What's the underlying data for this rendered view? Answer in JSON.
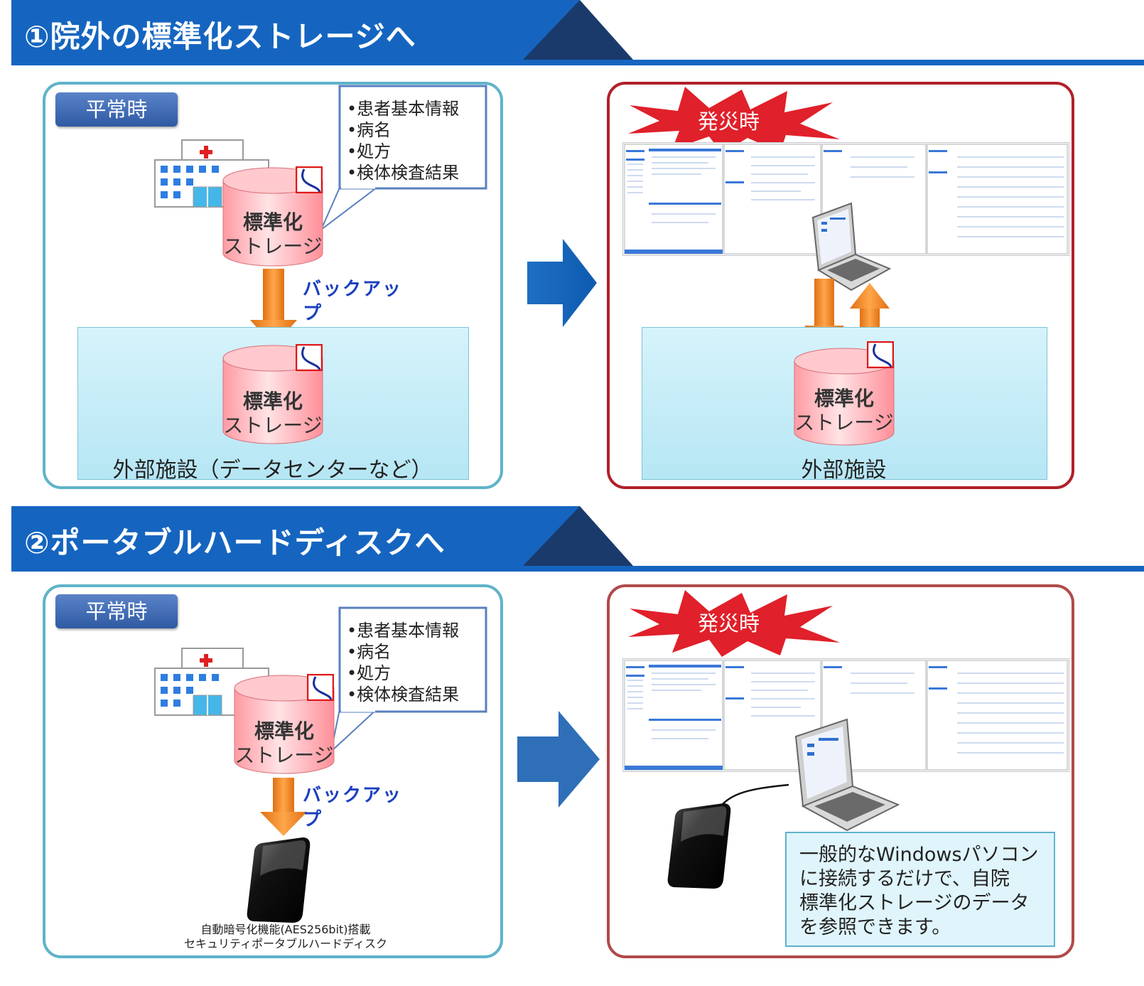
{
  "section1": {
    "title": "①院外の標準化ストレージへ",
    "normal": {
      "badge": "平常時",
      "callout": "•患者基本情報\n•病名\n•処方\n•検体検査結果",
      "storage_line1": "標準化",
      "storage_line2": "ストレージ",
      "backup": "バックアッ\nプ",
      "remote_storage_line1": "標準化",
      "remote_storage_line2": "ストレージ",
      "facility": "外部施設（データセンターなど）"
    },
    "disaster": {
      "badge": "発災時",
      "storage_line1": "標準化",
      "storage_line2": "ストレージ",
      "facility": "外部施設"
    }
  },
  "section2": {
    "title": "②ポータブルハードディスクへ",
    "normal": {
      "badge": "平常時",
      "callout": "•患者基本情報\n•病名\n•処方\n•検体検査結果",
      "storage_line1": "標準化",
      "storage_line2": "ストレージ",
      "backup": "バックアッ\nプ",
      "hdd_caption_line1": "自動暗号化機能(AES256bit)搭載",
      "hdd_caption_line2": "セキュリティポータブルハードディスク"
    },
    "disaster": {
      "badge": "発災時",
      "note": "一般的なWindowsパソコン\nに接続するだけで、自院\n標準化ストレージのデータ\nを参照できます。"
    }
  },
  "colors": {
    "header_blue": "#1565c0",
    "header_dark": "#1a3a6b",
    "normal_border": "#5fb3c9",
    "disaster_border": "#b0202a",
    "starburst": "#e0202a",
    "arrow_orange": "#f08a24",
    "big_arrow_blue": "#1763b8",
    "db_pink": "#ffb3b8"
  },
  "icons": [
    "hospital-icon",
    "database-icon",
    "storage-tag-icon",
    "orange-arrow-icon",
    "big-right-arrow-icon",
    "laptop-icon",
    "portable-hdd-icon",
    "starburst-icon"
  ]
}
